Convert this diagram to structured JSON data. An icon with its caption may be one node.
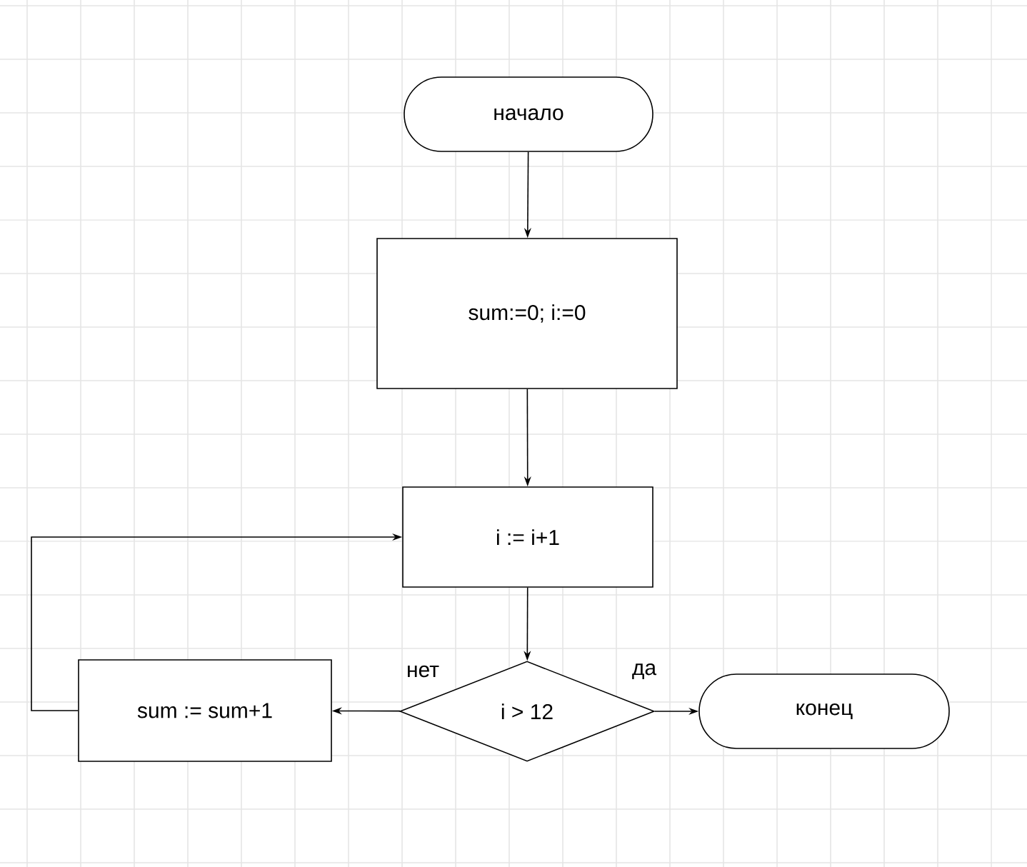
{
  "diagram": {
    "nodes": [
      {
        "text": [
          "начало"
        ]
      },
      {
        "text": [
          "sum:=0; i:=0"
        ]
      },
      {
        "text": [
          "i := i+1"
        ]
      },
      {
        "text": [
          "i > 12"
        ]
      },
      {
        "text": [
          "sum := sum+1"
        ]
      },
      {
        "text": [
          "конец"
        ]
      }
    ],
    "edges": [
      {
        "from": 0,
        "to": 1,
        "arrow": "to"
      },
      {
        "from": 1,
        "to": 2,
        "arrow": "to"
      },
      {
        "from": 2,
        "to": 3,
        "arrow": "to"
      },
      {
        "from": 3,
        "to": 4,
        "arrow": "to",
        "label": "нет"
      },
      {
        "from": 3,
        "to": 5,
        "arrow": "to",
        "label": "да"
      },
      {
        "from": 4,
        "to": 2,
        "arrow": "to"
      }
    ]
  }
}
